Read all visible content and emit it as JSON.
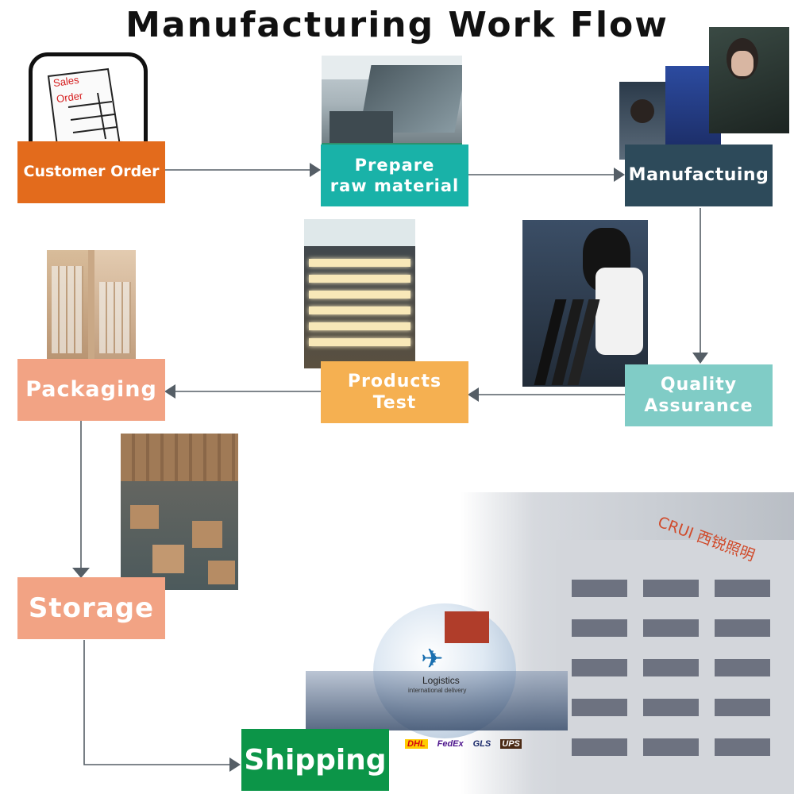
{
  "title": "Manufacturing Work Flow",
  "steps": {
    "customer_order": "Customer Order",
    "prepare_line1": "Prepare",
    "prepare_line2": "raw material",
    "manufacturing": "Manufactuing",
    "quality_line1": "Quality",
    "quality_line2": "Assurance",
    "products_line1": "Products",
    "products_line2": "Test",
    "packaging": "Packaging",
    "storage": "Storage",
    "shipping": "Shipping"
  },
  "sales_order_icon": {
    "line1": "Sales",
    "line2": "Order"
  },
  "factory_sign": "CRUI 西锐照明",
  "logistics": {
    "title": "Logistics",
    "subtitle": "international delivery"
  },
  "carriers": [
    "DHL",
    "FedEx",
    "GLS",
    "UPS"
  ],
  "colors": {
    "orange": "#e36b1c",
    "teal": "#19b2a8",
    "dark_slate": "#2d4a5a",
    "light_teal": "#80ccc6",
    "amber": "#f5b051",
    "salmon": "#f2a384",
    "green": "#0c9548",
    "connector": "#555e66"
  }
}
